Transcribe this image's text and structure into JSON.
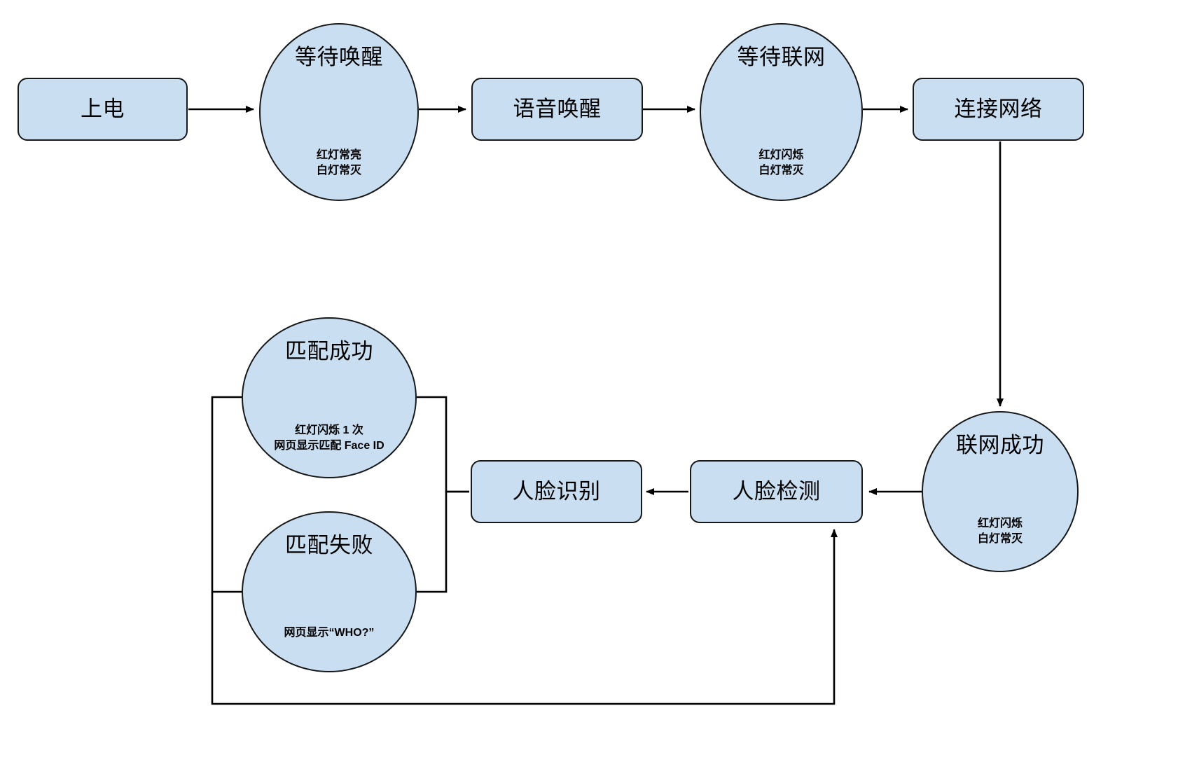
{
  "diagram": {
    "title_text": "",
    "theme": {
      "node_fill": "#cadef1",
      "node_stroke": "#16181a",
      "edge_stroke": "#000000",
      "text_color": "#000000",
      "background": "#ffffff"
    },
    "nodes": [
      {
        "id": "power-on",
        "shape": "box",
        "label": "上电",
        "sub_lines": []
      },
      {
        "id": "wait-wakeup",
        "shape": "circle",
        "label": "等待唤醒",
        "sub_lines": [
          "红灯常亮",
          "白灯常灭"
        ]
      },
      {
        "id": "voice-wakeup",
        "shape": "box",
        "label": "语音唤醒",
        "sub_lines": []
      },
      {
        "id": "wait-network",
        "shape": "circle",
        "label": "等待联网",
        "sub_lines": [
          "红灯闪烁",
          "白灯常灭"
        ]
      },
      {
        "id": "connect-network",
        "shape": "box",
        "label": "连接网络",
        "sub_lines": []
      },
      {
        "id": "network-success",
        "shape": "circle",
        "label": "联网成功",
        "sub_lines": [
          "红灯闪烁",
          "白灯常灭"
        ]
      },
      {
        "id": "face-detect",
        "shape": "box",
        "label": "人脸检测",
        "sub_lines": []
      },
      {
        "id": "face-recognize",
        "shape": "box",
        "label": "人脸识别",
        "sub_lines": []
      },
      {
        "id": "match-success",
        "shape": "circle",
        "label": "匹配成功",
        "sub_lines": [
          "红灯闪烁 1 次",
          "网页显示匹配 Face ID"
        ]
      },
      {
        "id": "match-fail",
        "shape": "circle",
        "label": "匹配失败",
        "sub_lines": [
          "网页显示“WHO?”"
        ]
      }
    ],
    "edges": [
      {
        "id": "e1",
        "from": "power-on",
        "to": "wait-wakeup",
        "label": "",
        "arrow": true
      },
      {
        "id": "e2",
        "from": "wait-wakeup",
        "to": "voice-wakeup",
        "label": "",
        "arrow": true
      },
      {
        "id": "e3",
        "from": "voice-wakeup",
        "to": "wait-network",
        "label": "",
        "arrow": true
      },
      {
        "id": "e4",
        "from": "wait-network",
        "to": "connect-network",
        "label": "",
        "arrow": true
      },
      {
        "id": "e5",
        "from": "connect-network",
        "to": "network-success",
        "label": "",
        "arrow": true
      },
      {
        "id": "e6",
        "from": "network-success",
        "to": "face-detect",
        "label": "",
        "arrow": true
      },
      {
        "id": "e7",
        "from": "face-detect",
        "to": "face-recognize",
        "label": "",
        "arrow": true
      },
      {
        "id": "e8",
        "from": "face-recognize",
        "to": "match-success",
        "label": "",
        "arrow": false
      },
      {
        "id": "e9",
        "from": "face-recognize",
        "to": "match-fail",
        "label": "",
        "arrow": false
      },
      {
        "id": "e10",
        "from": "match-fail",
        "to": "face-detect",
        "label": "",
        "arrow": true
      }
    ]
  }
}
